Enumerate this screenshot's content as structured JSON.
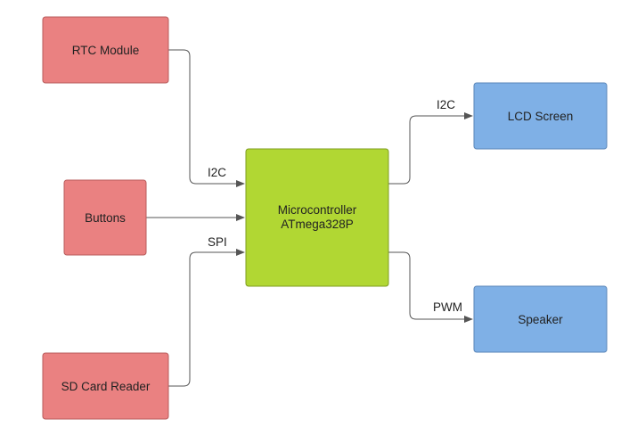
{
  "colors": {
    "input_fill": "#ea8181",
    "input_stroke": "#b85c5c",
    "mcu_fill": "#b1d733",
    "mcu_stroke": "#7e9c1f",
    "output_fill": "#7fb0e6",
    "output_stroke": "#5a86b8",
    "edge": "#555555",
    "text": "#222222"
  },
  "nodes": {
    "rtc": {
      "label": "RTC Module"
    },
    "buttons": {
      "label": "Buttons"
    },
    "sd": {
      "label": "SD Card Reader"
    },
    "mcu": {
      "line1": "Microcontroller",
      "line2": "ATmega328P"
    },
    "lcd": {
      "label": "LCD Screen"
    },
    "speaker": {
      "label": "Speaker"
    }
  },
  "edges": {
    "rtc_mcu": {
      "label": "I2C"
    },
    "buttons_mcu": {
      "label": ""
    },
    "sd_mcu": {
      "label": "SPI"
    },
    "mcu_lcd": {
      "label": "I2C"
    },
    "mcu_speaker": {
      "label": "PWM"
    }
  }
}
